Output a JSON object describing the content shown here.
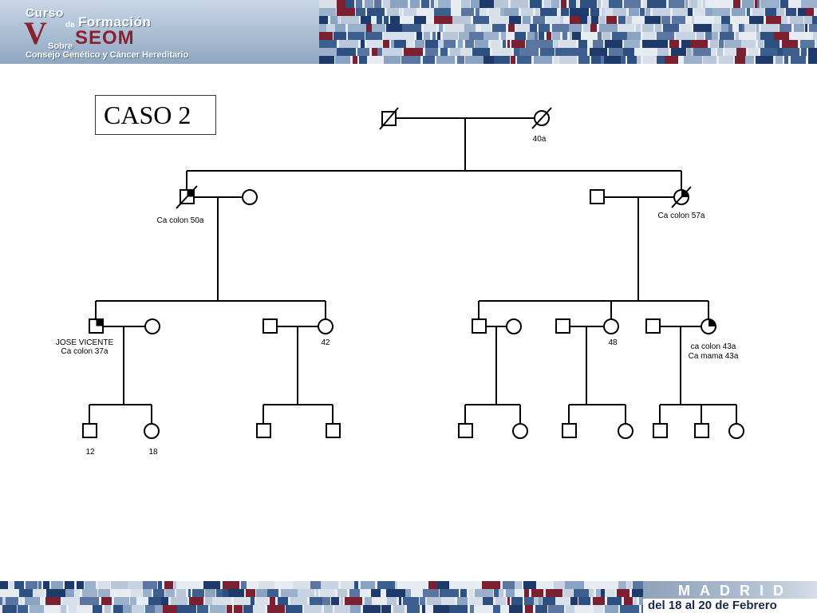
{
  "header": {
    "curso": "Curso",
    "roman": "V",
    "de": "de",
    "formacion": "Formación",
    "seom": "SEOM",
    "sobre": "Sobre",
    "subtitle": "Consejo Genético y Cáncer Hereditario"
  },
  "title": "CASO 2",
  "footer": {
    "city": "MADRID",
    "dates": "del 18 al 20 de Febrero"
  },
  "pedigree": {
    "labels": {
      "gen1_female_age": "40a",
      "gen2_left_male": "Ca colon 50a",
      "gen2_right_female": "Ca colon 57a",
      "proband_name": "JOSE VICENTE",
      "proband_dx": "Ca colon 37a",
      "gen3_female_b_age": "42",
      "gen3_female_d_age": "48",
      "gen3_female_e_dx1": "ca colon 43a",
      "gen3_female_e_dx2": "Ca mama 43a",
      "gen4_child1_age": "12",
      "gen4_child2_age": "18"
    }
  },
  "colors": {
    "line": "#000000",
    "logo_red": "#8a2030",
    "banner_blue": "#a9bdd3"
  }
}
